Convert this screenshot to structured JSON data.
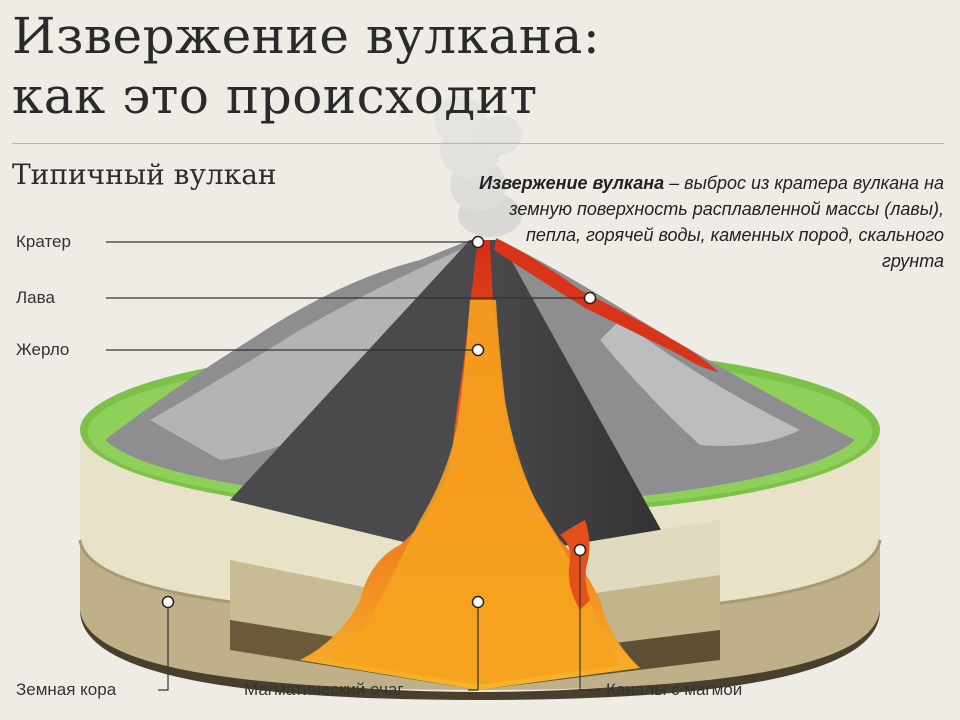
{
  "title": {
    "line1": "Извержение вулкана:",
    "line2": "как это происходит"
  },
  "subtitle": "Типичный вулкан",
  "definition": {
    "term": "Извержение вулкана",
    "text": " – выброс из кратера вулкана на земную поверхность расплавленной массы (лавы), пепла, горячей воды, каменных пород, скального грунта"
  },
  "labels": {
    "crater": "Кратер",
    "lava": "Лава",
    "vent": "Жерло",
    "crust": "Земная кора",
    "chamber": "Магматический очаг",
    "channels": "Каналы с магмой"
  },
  "colors": {
    "background": "#efece5",
    "lava": "#d8341a",
    "magma": "#f49a1e",
    "grass": "#7cc24a",
    "rock_dark": "#3a3a3c",
    "rock_light": "#a9a9ab"
  }
}
